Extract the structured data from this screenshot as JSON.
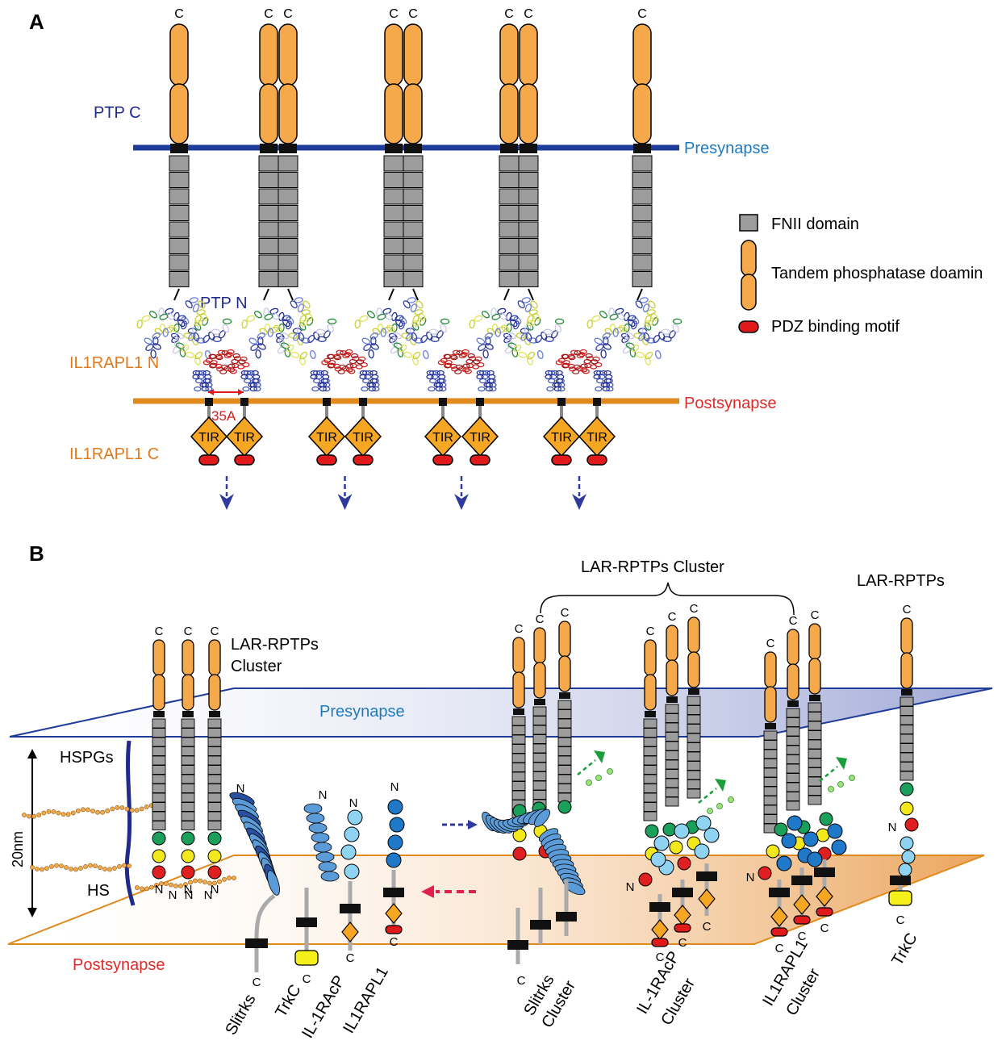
{
  "colors": {
    "presynapse_membrane": "#1f3c9a",
    "postsynapse_membrane": "#e08a1e",
    "phosphatase_domain": "#f5a94b",
    "fn_domain": "#9c9c9c",
    "pdz_motif": "#e01a1a",
    "tir_domain": "#f5a623",
    "arrow_blue": "#2e3a9e",
    "arrow_red": "#e0204e",
    "arrow_green": "#1a9e3a",
    "ig_green": "#1aa05a",
    "ig_yellow": "#f3e81c",
    "ig_red": "#e02020",
    "ig_lightblue": "#8fd3f2",
    "ig_blue": "#1f78c8",
    "lrr_blue": "#5a9bd8",
    "trkc_yellow": "#f6f01a"
  },
  "panel_a": {
    "letter": "A",
    "ptp_c_label": "PTP C",
    "presynapse_label": "Presynapse",
    "ptp_n_label": "PTP N",
    "il1rapl1_n_label": "IL1RAPL1 N",
    "distance_label": "35A",
    "postsynapse_label": "Postsynapse",
    "il1rapl1_c_label": "IL1RAPL1 C",
    "c_terminus": "C",
    "tir_label": "TIR"
  },
  "legend": {
    "items": [
      {
        "icon": "square-icon",
        "label": "FNII domain"
      },
      {
        "icon": "tandem-oval-icon",
        "label": "Tandem phosphatase doamin"
      },
      {
        "icon": "pill-icon",
        "label": "PDZ binding motif"
      }
    ]
  },
  "panel_b": {
    "letter": "B",
    "cluster_left_line1": "LAR-RPTPs",
    "cluster_left_line2": "Cluster",
    "cluster_top": "LAR-RPTPs Cluster",
    "single_top": "LAR-RPTPs",
    "presynapse_label": "Presynapse",
    "postsynapse_label": "Postsynapse",
    "hspgs_label": "HSPGs",
    "hs_label": "HS",
    "scale_label": "20nm",
    "n_terminus": "N",
    "c_terminus": "C",
    "bottom_labels": [
      "Slitrks",
      "TrkC",
      "IL-1RAcP",
      "IL1RAPL1"
    ],
    "cluster_labels": [
      {
        "line1": "Slitrks",
        "line2": "Cluster"
      },
      {
        "line1": "IL-1RAcP",
        "line2": "Cluster"
      },
      {
        "line1": "IL1RAPL1",
        "line2": "Cluster"
      }
    ],
    "right_bottom_label": "TrkC"
  }
}
